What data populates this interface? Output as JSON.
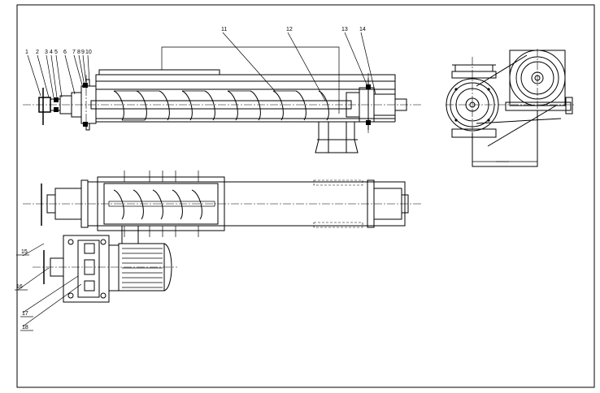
{
  "drawing": {
    "part_numbers": {
      "p1": "1",
      "p2": "2",
      "p3": "3",
      "p4": "4",
      "p5": "5",
      "p6": "6",
      "p7": "7",
      "p8": "8",
      "p9": "9",
      "p10": "10",
      "p11": "11",
      "p12": "12",
      "p13": "13",
      "p14": "14",
      "p15": "15",
      "p16": "16",
      "p17": "17",
      "p18": "18"
    }
  }
}
